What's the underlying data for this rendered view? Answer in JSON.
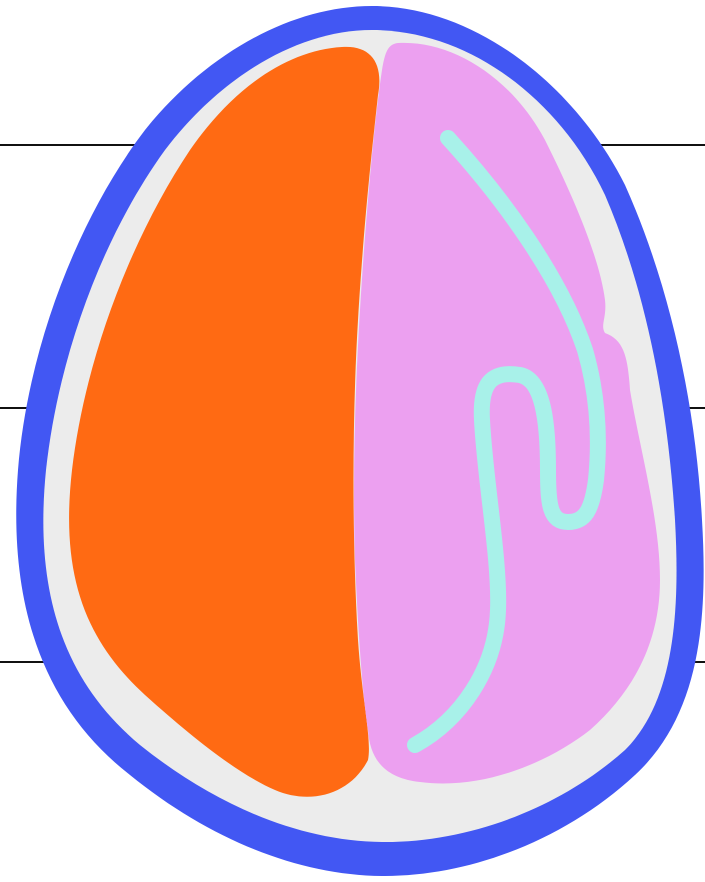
{
  "diagram": {
    "colors": {
      "background": "#ffffff",
      "leader_lines": "#111111",
      "scalp": "#4257f3",
      "skull": "#ececec",
      "left_hemisphere": "#ff6a13",
      "right_hemisphere": "#eca0f0",
      "sulcus": "#a8f1e9"
    },
    "structures": [
      {
        "name": "scalp",
        "color_key": "scalp"
      },
      {
        "name": "skull",
        "color_key": "skull"
      },
      {
        "name": "left-hemisphere",
        "color_key": "left_hemisphere"
      },
      {
        "name": "right-hemisphere",
        "color_key": "right_hemisphere"
      },
      {
        "name": "sulcus",
        "color_key": "sulcus"
      }
    ],
    "leader_line_count": 3
  }
}
